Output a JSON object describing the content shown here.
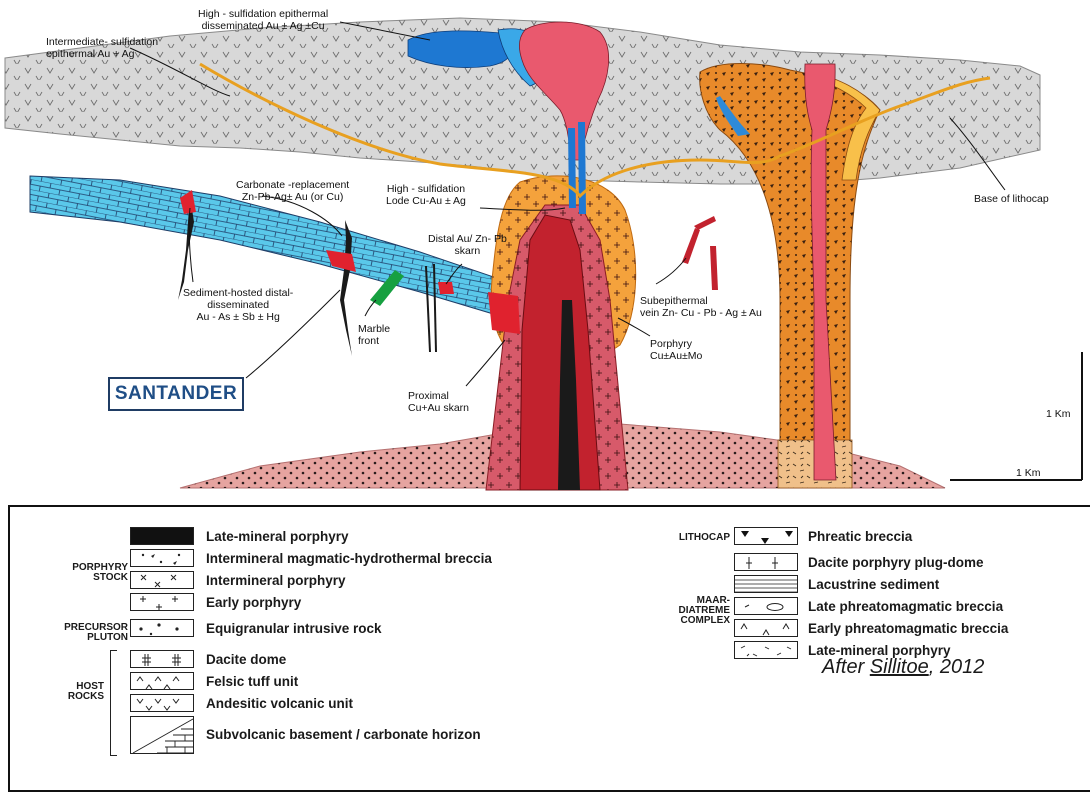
{
  "diagram": {
    "labels": {
      "hs_disseminated": [
        "High - sulfidation epithermal",
        "disseminated Au ± Ag ±Cu"
      ],
      "is_epithermal": [
        "Intermediate- sulfidation",
        "epithermal Au + Ag"
      ],
      "carbonate_replacement": [
        "Carbonate -replacement",
        "Zn-Pb-Ag± Au (or Cu)"
      ],
      "hs_lode": [
        "High - sulfidation",
        "Lode Cu-Au ± Ag"
      ],
      "base_lithocap": "Base of lithocap",
      "distal_skarn": [
        "Distal Au/ Zn- Pb",
        "skarn"
      ],
      "sediment_hosted": [
        "Sediment-hosted distal-",
        "disseminated",
        "Au - As ± Sb ± Hg"
      ],
      "marble_front": [
        "Marble",
        "front"
      ],
      "subepithermal": [
        "Subepithermal",
        "vein Zn- Cu - Pb - Ag ± Au"
      ],
      "porphyry": [
        "Porphyry",
        "Cu±Au±Mo"
      ],
      "proximal_skarn": [
        "Proximal",
        "Cu+Au skarn"
      ],
      "scale_vertical": "1 Km",
      "scale_horizontal": "1 Km",
      "santander": "SANTANDER"
    }
  },
  "legend": {
    "left_items": [
      "Late-mineral porphyry",
      "Intermineral magmatic-hydrothermal breccia",
      "Intermineral porphyry",
      "Early porphyry",
      "Equigranular intrusive rock",
      "Dacite dome",
      "Felsic tuff unit",
      "Andesitic volcanic unit",
      "Subvolcanic basement / carbonate horizon"
    ],
    "left_groups": {
      "porphyry_stock": [
        "PORPHYRY",
        "STOCK"
      ],
      "precursor_pluton": [
        "PRECURSOR",
        "PLUTON"
      ],
      "host_rocks": [
        "HOST",
        "ROCKS"
      ]
    },
    "right_groups": {
      "lithocap": "LITHOCAP",
      "maar": [
        "MAAR-",
        "DIATREME",
        "COMPLEX"
      ]
    },
    "right_items": [
      "Phreatic breccia",
      "Dacite porphyry plug-dome",
      "Lacustrine sediment",
      "Late phreatomagmatic breccia",
      "Early phreatomagmatic breccia",
      "Late-mineral porphyry"
    ],
    "credit": {
      "prefix": "After ",
      "name": "Sillitoe",
      "suffix": ", 2012"
    }
  },
  "colors": {
    "lithocap_gray": "#d8d8d8",
    "carbonate_blue": "#5ac8ea",
    "porphyry_orange": "#f4a23c",
    "diatreme_orange": "#e88a2a",
    "pink_intrusion": "#e96a7a",
    "dark_red": "#c2222e",
    "basement_pink": "#e6a4a0",
    "epithermal_blue": "#1e78d2",
    "gold_line": "#e8a020",
    "santander_blue": "#1f4e86"
  }
}
